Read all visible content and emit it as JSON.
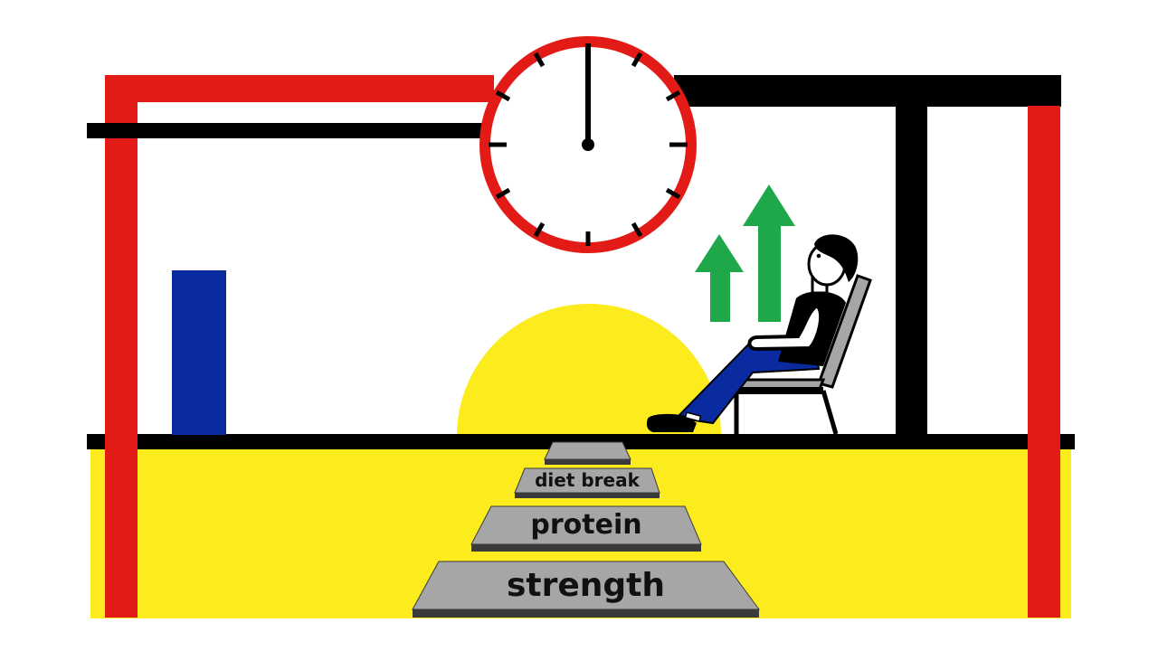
{
  "colors": {
    "red": "#e31b17",
    "black": "#000000",
    "blue": "#0a2aa0",
    "yellow": "#fcec1e",
    "green": "#1fa84a",
    "gray": "#a6a6a6",
    "gray_dark": "#3a3a3a",
    "white": "#ffffff"
  },
  "clock": {
    "time": "12:00",
    "tick_count": 12
  },
  "steps": [
    {
      "label": ""
    },
    {
      "label": "diet break"
    },
    {
      "label": "protein"
    },
    {
      "label": "strength"
    }
  ],
  "icons": [
    "clock-icon",
    "up-arrow-icon",
    "up-arrow-icon",
    "person-reclining-icon",
    "chair-icon",
    "sun-icon"
  ]
}
